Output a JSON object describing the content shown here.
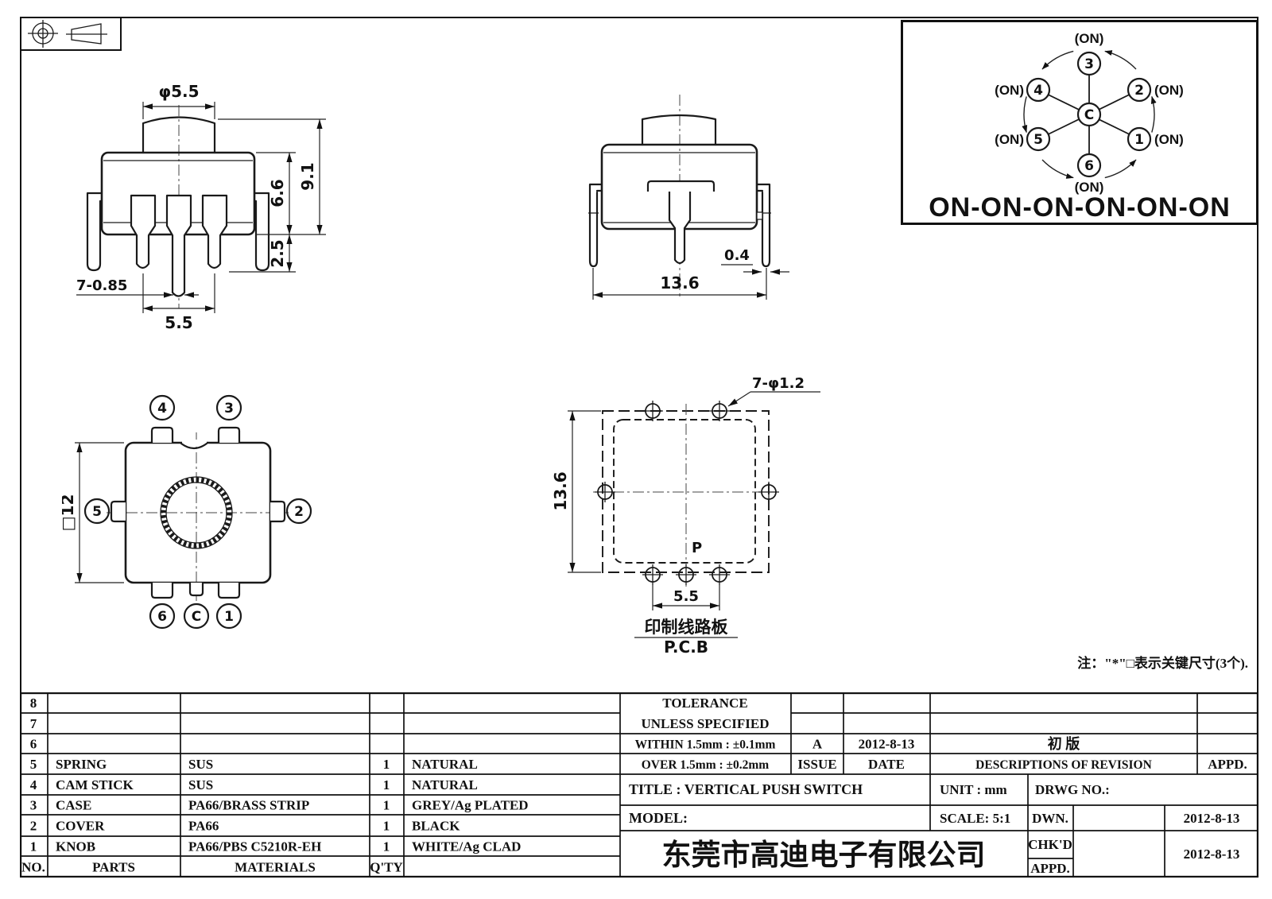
{
  "colors": {
    "line": "#1a1a1a",
    "background": "#ffffff"
  },
  "drawing": {
    "note": "注：\"*\"□表示关键尺寸(3个).",
    "views": {
      "front": {
        "knob_dia": "φ5.5",
        "total_height": "9.1",
        "body_height": "6.6",
        "pin_below": "2.5",
        "pin_spec": "7-0.85",
        "pin_pitch": "5.5"
      },
      "side": {
        "leg_width": "0.4",
        "leg_span": "13.6"
      },
      "top": {
        "body_size": "□12",
        "t4": "4",
        "t3": "3",
        "t5": "5",
        "t2": "2",
        "t6": "6",
        "tc": "C",
        "t1": "1"
      },
      "pcb": {
        "holes": "7-φ1.2",
        "height": "13.6",
        "pitch": "5.5",
        "p_mark": "P",
        "board_cn": "印制线路板",
        "board_en": "P.C.B"
      }
    },
    "circuit": {
      "on": "(ON)",
      "center": "C",
      "n1": "1",
      "n2": "2",
      "n3": "3",
      "n4": "4",
      "n5": "5",
      "n6": "6",
      "sequence": "ON-ON-ON-ON-ON-ON"
    }
  },
  "parts_table": {
    "headers": {
      "no": "NO.",
      "parts": "PARTS",
      "materials": "MATERIALS",
      "qty": "Q'TY"
    },
    "rows": [
      {
        "no": "8",
        "parts": "",
        "materials": "",
        "qty": "",
        "finish": ""
      },
      {
        "no": "7",
        "parts": "",
        "materials": "",
        "qty": "",
        "finish": ""
      },
      {
        "no": "6",
        "parts": "",
        "materials": "",
        "qty": "",
        "finish": ""
      },
      {
        "no": "5",
        "parts": "SPRING",
        "materials": "SUS",
        "qty": "1",
        "finish": "NATURAL"
      },
      {
        "no": "4",
        "parts": "CAM STICK",
        "materials": "SUS",
        "qty": "1",
        "finish": "NATURAL"
      },
      {
        "no": "3",
        "parts": "CASE",
        "materials": "PA66/BRASS STRIP",
        "qty": "1",
        "finish": "GREY/Ag PLATED"
      },
      {
        "no": "2",
        "parts": "COVER",
        "materials": "PA66",
        "qty": "1",
        "finish": "BLACK"
      },
      {
        "no": "1",
        "parts": "KNOB",
        "materials": "PA66/PBS C5210R-EH",
        "qty": "1",
        "finish": "WHITE/Ag CLAD"
      }
    ]
  },
  "title_block": {
    "tolerance1": "TOLERANCE",
    "tolerance2": "UNLESS  SPECIFIED",
    "within": "WITHIN 1.5mm : ±0.1mm",
    "over": "OVER 1.5mm : ±0.2mm",
    "issue_value": "A",
    "date_value": "2012-8-13",
    "revision_desc": "初  版",
    "issue_label": "ISSUE",
    "date_label": "DATE",
    "revision_label": "DESCRIPTIONS OF REVISION",
    "appd_label": "APPD.",
    "title": "TITLE :  VERTICAL PUSH SWITCH",
    "unit": "UNIT :  mm",
    "drwg_no": "DRWG NO.:",
    "model": "MODEL:",
    "scale": "SCALE:  5:1",
    "dwn_label": "DWN.",
    "chkd_label": "CHK'D",
    "appd2_label": "APPD.",
    "dwn_date": "2012-8-13",
    "chkd_date": "2012-8-13",
    "company": "东莞市高迪电子有限公司"
  }
}
